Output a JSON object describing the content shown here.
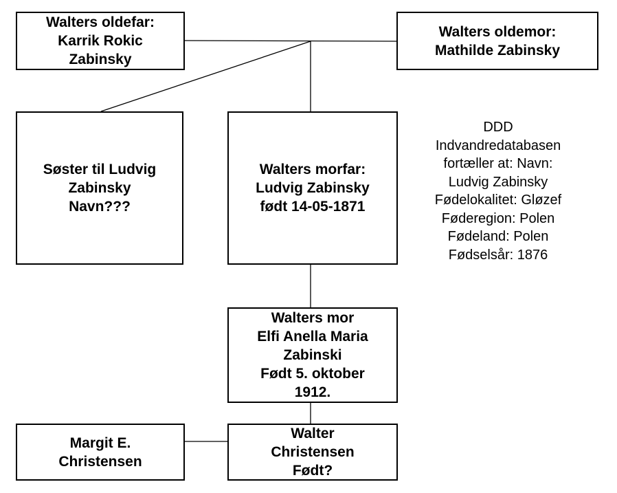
{
  "great_grandfather": {
    "lines": [
      "Walters oldefar:",
      "Karrik Rokic",
      "Zabinsky"
    ]
  },
  "great_grandmother": {
    "lines": [
      "Walters oldemor:",
      "Mathilde Zabinsky"
    ]
  },
  "sister": {
    "lines": [
      "Søster til Ludvig",
      "Zabinsky",
      "Navn???"
    ]
  },
  "grandfather": {
    "lines": [
      "Walters morfar:",
      "Ludvig Zabinsky",
      "født 14-05-1871"
    ]
  },
  "database_note": {
    "lines": [
      "DDD",
      "Indvandredatabasen",
      "fortæller at: Navn:",
      "Ludvig Zabinsky",
      "Fødelokalitet: Gløzef",
      "Føderegion: Polen",
      "Fødeland: Polen",
      "Fødselsår: 1876"
    ]
  },
  "mother": {
    "lines": [
      "Walters mor",
      "Elfi Anella Maria",
      "Zabinski",
      "Født 5. oktober",
      "1912."
    ]
  },
  "spouse": {
    "lines": [
      "Margit E.",
      "Christensen"
    ]
  },
  "walter": {
    "lines": [
      "Walter",
      "Christensen",
      "Født?"
    ]
  },
  "colors": {
    "line": "#000000",
    "box_border": "#000000",
    "background": "#ffffff"
  }
}
